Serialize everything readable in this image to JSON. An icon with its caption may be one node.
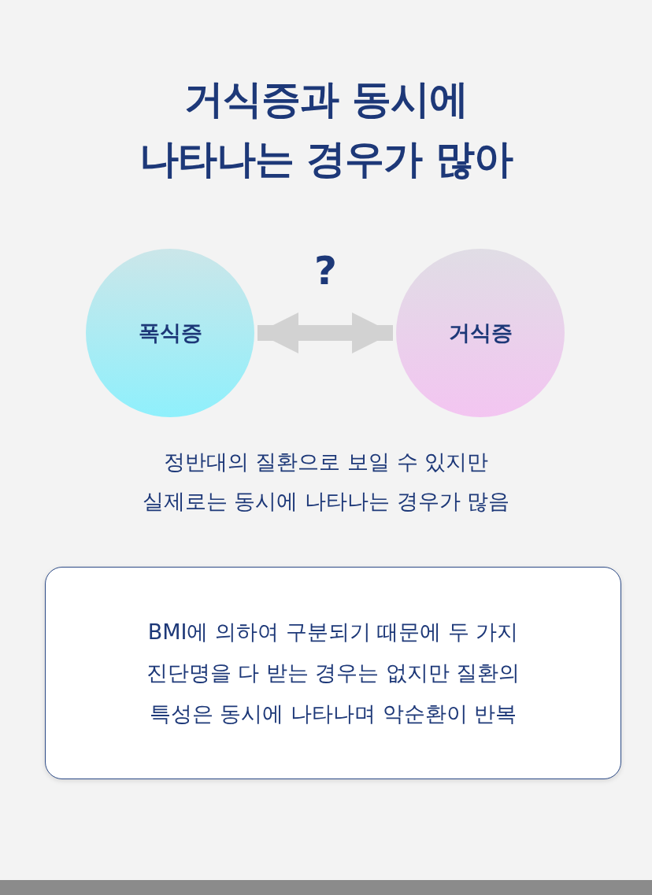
{
  "diagram": {
    "title": "거식증과 동시에 나타나는 경우가 많아",
    "nodes": [
      {
        "text": [
          "폭식증"
        ]
      },
      {
        "text": [
          "거식증"
        ]
      },
      {
        "text": [
          "BMI에 의하여 구분되기 때문에 두 가지 진단명을 다 받는 경우는 없지만 질환의 특성은 동시에 나타나며 악순환이 반복"
        ]
      }
    ],
    "edges": [
      {
        "from": 0,
        "to": 1,
        "arrow": "both",
        "label": "?"
      }
    ],
    "labels": [
      "정반대의 질환으로 보일 수 있지만 실제로는 동시에 나타나는 경우가 많음"
    ]
  }
}
